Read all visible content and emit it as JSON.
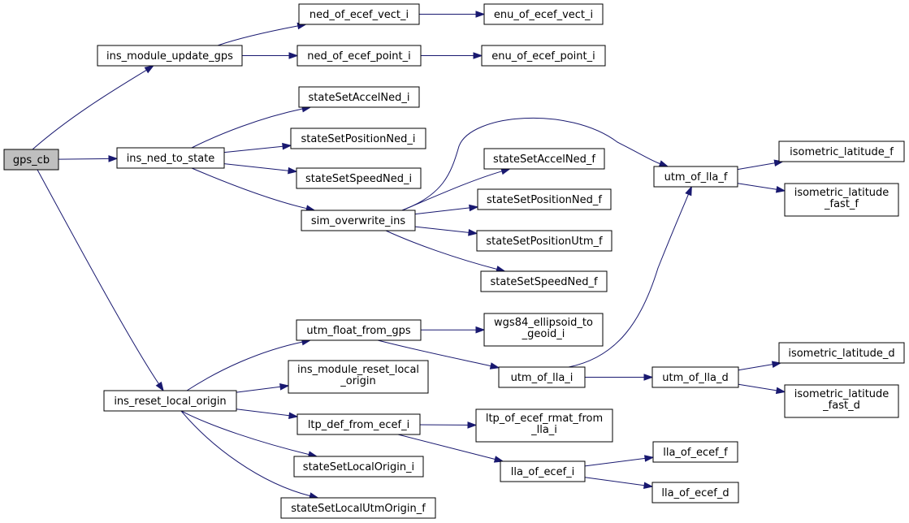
{
  "graph": {
    "edge_color": "#191970",
    "root_fill": "#bfbfbf",
    "node_fill": "#ffffff",
    "nodes": {
      "gps_cb": [
        "gps_cb"
      ],
      "ins_module_update_gps": [
        "ins_module_update_gps"
      ],
      "ned_of_ecef_vect_i": [
        "ned_of_ecef_vect_i"
      ],
      "enu_of_ecef_vect_i": [
        "enu_of_ecef_vect_i"
      ],
      "ned_of_ecef_point_i": [
        "ned_of_ecef_point_i"
      ],
      "enu_of_ecef_point_i": [
        "enu_of_ecef_point_i"
      ],
      "stateSetAccelNed_i": [
        "stateSetAccelNed_i"
      ],
      "ins_ned_to_state": [
        "ins_ned_to_state"
      ],
      "stateSetPositionNed_i": [
        "stateSetPositionNed_i"
      ],
      "stateSetSpeedNed_i": [
        "stateSetSpeedNed_i"
      ],
      "sim_overwrite_ins": [
        "sim_overwrite_ins"
      ],
      "stateSetAccelNed_f": [
        "stateSetAccelNed_f"
      ],
      "stateSetPositionNed_f": [
        "stateSetPositionNed_f"
      ],
      "stateSetPositionUtm_f": [
        "stateSetPositionUtm_f"
      ],
      "stateSetSpeedNed_f": [
        "stateSetSpeedNed_f"
      ],
      "utm_of_lla_f": [
        "utm_of_lla_f"
      ],
      "isometric_latitude_f": [
        "isometric_latitude_f"
      ],
      "isometric_latitude_fast_f": [
        "isometric_latitude",
        "_fast_f"
      ],
      "utm_float_from_gps": [
        "utm_float_from_gps"
      ],
      "wgs84_ellipsoid_to_geoid_i": [
        "wgs84_ellipsoid_to",
        "_geoid_i"
      ],
      "utm_of_lla_i": [
        "utm_of_lla_i"
      ],
      "utm_of_lla_d": [
        "utm_of_lla_d"
      ],
      "isometric_latitude_d": [
        "isometric_latitude_d"
      ],
      "isometric_latitude_fast_d": [
        "isometric_latitude",
        "_fast_d"
      ],
      "ins_reset_local_origin": [
        "ins_reset_local_origin"
      ],
      "ins_module_reset_local_origin": [
        "ins_module_reset_local",
        "_origin"
      ],
      "ltp_def_from_ecef_i": [
        "ltp_def_from_ecef_i"
      ],
      "ltp_of_ecef_rmat_from_lla_i": [
        "ltp_of_ecef_rmat_from",
        "_lla_i"
      ],
      "lla_of_ecef_i": [
        "lla_of_ecef_i"
      ],
      "lla_of_ecef_f": [
        "lla_of_ecef_f"
      ],
      "lla_of_ecef_d": [
        "lla_of_ecef_d"
      ],
      "stateSetLocalOrigin_i": [
        "stateSetLocalOrigin_i"
      ],
      "stateSetLocalUtmOrigin_f": [
        "stateSetLocalUtmOrigin_f"
      ]
    },
    "edges": [
      [
        "gps_cb",
        "ins_module_update_gps"
      ],
      [
        "gps_cb",
        "ins_ned_to_state"
      ],
      [
        "gps_cb",
        "ins_reset_local_origin"
      ],
      [
        "ins_module_update_gps",
        "ned_of_ecef_vect_i"
      ],
      [
        "ins_module_update_gps",
        "ned_of_ecef_point_i"
      ],
      [
        "ned_of_ecef_vect_i",
        "enu_of_ecef_vect_i"
      ],
      [
        "ned_of_ecef_point_i",
        "enu_of_ecef_point_i"
      ],
      [
        "ins_ned_to_state",
        "stateSetAccelNed_i"
      ],
      [
        "ins_ned_to_state",
        "stateSetPositionNed_i"
      ],
      [
        "ins_ned_to_state",
        "stateSetSpeedNed_i"
      ],
      [
        "ins_ned_to_state",
        "sim_overwrite_ins"
      ],
      [
        "sim_overwrite_ins",
        "utm_of_lla_f"
      ],
      [
        "sim_overwrite_ins",
        "stateSetAccelNed_f"
      ],
      [
        "sim_overwrite_ins",
        "stateSetPositionNed_f"
      ],
      [
        "sim_overwrite_ins",
        "stateSetPositionUtm_f"
      ],
      [
        "sim_overwrite_ins",
        "stateSetSpeedNed_f"
      ],
      [
        "utm_of_lla_f",
        "isometric_latitude_f"
      ],
      [
        "utm_of_lla_f",
        "isometric_latitude_fast_f"
      ],
      [
        "ins_reset_local_origin",
        "utm_float_from_gps"
      ],
      [
        "ins_reset_local_origin",
        "ins_module_reset_local_origin"
      ],
      [
        "ins_reset_local_origin",
        "ltp_def_from_ecef_i"
      ],
      [
        "ins_reset_local_origin",
        "stateSetLocalOrigin_i"
      ],
      [
        "ins_reset_local_origin",
        "stateSetLocalUtmOrigin_f"
      ],
      [
        "utm_float_from_gps",
        "wgs84_ellipsoid_to_geoid_i"
      ],
      [
        "utm_float_from_gps",
        "utm_of_lla_i"
      ],
      [
        "utm_of_lla_i",
        "utm_of_lla_f"
      ],
      [
        "utm_of_lla_i",
        "utm_of_lla_d"
      ],
      [
        "utm_of_lla_d",
        "isometric_latitude_d"
      ],
      [
        "utm_of_lla_d",
        "isometric_latitude_fast_d"
      ],
      [
        "ltp_def_from_ecef_i",
        "ltp_of_ecef_rmat_from_lla_i"
      ],
      [
        "ltp_def_from_ecef_i",
        "lla_of_ecef_i"
      ],
      [
        "lla_of_ecef_i",
        "lla_of_ecef_f"
      ],
      [
        "lla_of_ecef_i",
        "lla_of_ecef_d"
      ]
    ]
  }
}
